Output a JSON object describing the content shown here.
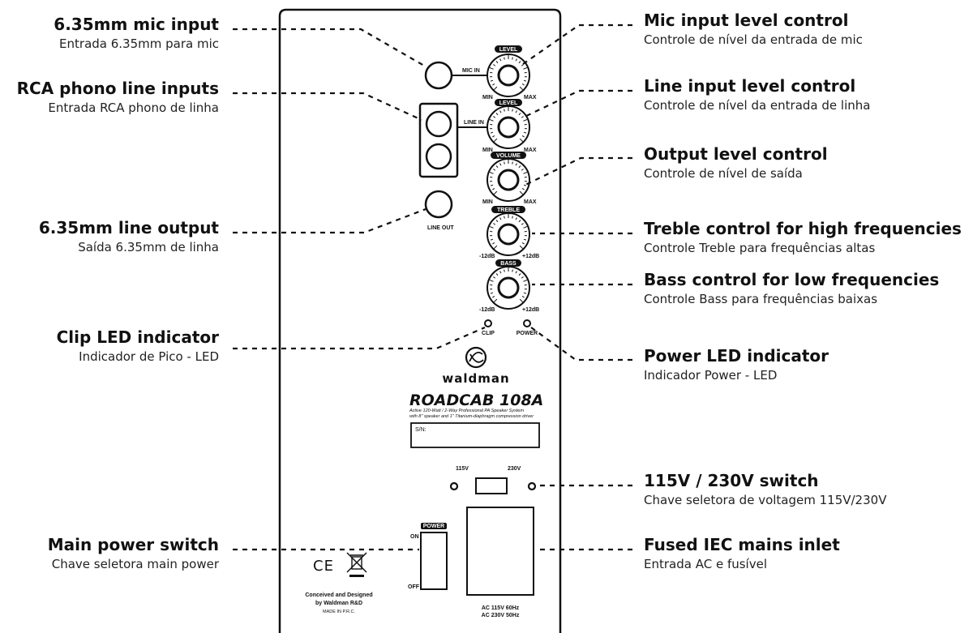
{
  "callouts": {
    "mic_input": {
      "title": "6.35mm mic input",
      "sub": "Entrada 6.35mm para mic"
    },
    "rca_inputs": {
      "title": "RCA phono line inputs",
      "sub": "Entrada RCA phono de linha"
    },
    "line_output": {
      "title": "6.35mm line output",
      "sub": "Saída 6.35mm de linha"
    },
    "clip_led": {
      "title": "Clip LED indicator",
      "sub": "Indicador de Pico - LED"
    },
    "main_power": {
      "title": "Main power switch",
      "sub": "Chave seletora main power"
    },
    "mic_level": {
      "title": "Mic input level control",
      "sub": "Controle de nível da entrada de mic"
    },
    "line_level": {
      "title": "Line input level control",
      "sub": "Controle de nível da entrada de linha"
    },
    "output_level": {
      "title": "Output level control",
      "sub": "Controle de nível de saída"
    },
    "treble": {
      "title": "Treble control for high frequencies",
      "sub": "Controle Treble para frequências altas"
    },
    "bass": {
      "title": "Bass control for low frequencies",
      "sub": "Controle Bass para frequências baixas"
    },
    "power_led": {
      "title": "Power LED indicator",
      "sub": "Indicador Power - LED"
    },
    "voltage_switch": {
      "title": "115V / 230V switch",
      "sub": "Chave seletora de voltagem 115V/230V"
    },
    "iec_inlet": {
      "title": "Fused IEC mains inlet",
      "sub": "Entrada AC e fusível"
    }
  },
  "panel": {
    "mic_in": "MIC IN",
    "line_in": "LINE IN",
    "line_out": "LINE OUT",
    "knob_level": "LEVEL",
    "knob_volume": "VOLUME",
    "knob_treble": "TREBLE",
    "knob_bass": "BASS",
    "min": "MIN",
    "max": "MAX",
    "minus12": "-12dB",
    "plus12": "+12dB",
    "clip": "CLIP",
    "power": "POWER",
    "brand": "waldman",
    "model": "ROADCAB 108A",
    "model_desc_1": "Active 120-Watt / 2-Way Professional PA Speaker System",
    "model_desc_2": "with 8\" speaker and 1\" Titanium-diaphragm compression driver",
    "serial": "S/N:",
    "v115": "115V",
    "v230": "230V",
    "power_switch": "POWER",
    "on": "ON",
    "off": "OFF",
    "ce_mark": "CE",
    "conceived_1": "Conceived and Designed",
    "conceived_2": "by Waldman R&D",
    "made_in": "MADE IN P.R.C.",
    "ac_1": "AC 115V 60Hz",
    "ac_2": "AC 230V 50Hz"
  },
  "colors": {
    "ink": "#111111",
    "background": "#ffffff"
  }
}
